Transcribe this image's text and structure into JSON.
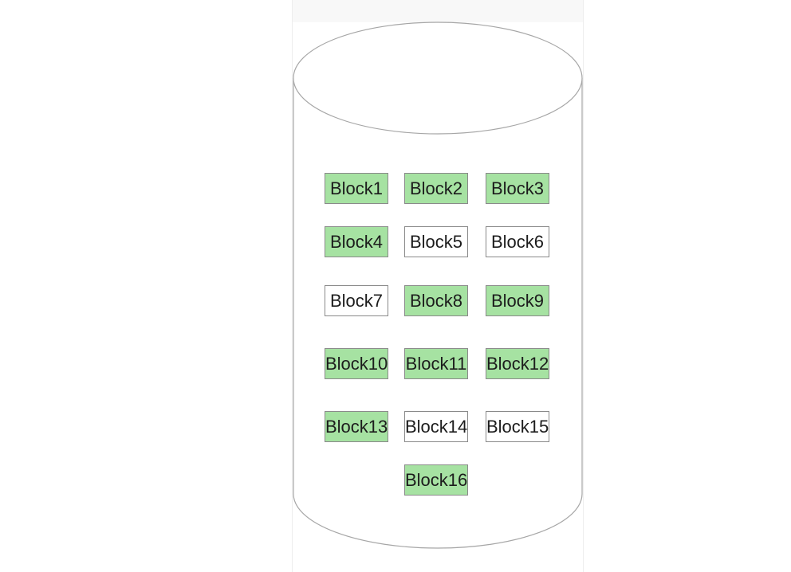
{
  "diagram": {
    "type": "cylinder-block-diagram",
    "cylinder": {
      "stroke_color": "#a6a6a6",
      "fill_color": "#ffffff"
    },
    "colors": {
      "highlighted_fill": "#a6e2a2",
      "normal_fill": "#ffffff",
      "block_border": "#8a8a8a",
      "block_text": "#1c1c1c"
    },
    "blocks": [
      {
        "label": "Block1",
        "row": 0,
        "col": 0,
        "highlighted": true
      },
      {
        "label": "Block2",
        "row": 0,
        "col": 1,
        "highlighted": true
      },
      {
        "label": "Block3",
        "row": 0,
        "col": 2,
        "highlighted": true
      },
      {
        "label": "Block4",
        "row": 1,
        "col": 0,
        "highlighted": true
      },
      {
        "label": "Block5",
        "row": 1,
        "col": 1,
        "highlighted": false
      },
      {
        "label": "Block6",
        "row": 1,
        "col": 2,
        "highlighted": false
      },
      {
        "label": "Block7",
        "row": 2,
        "col": 0,
        "highlighted": false
      },
      {
        "label": "Block8",
        "row": 2,
        "col": 1,
        "highlighted": true
      },
      {
        "label": "Block9",
        "row": 2,
        "col": 2,
        "highlighted": true
      },
      {
        "label": "Block10",
        "row": 3,
        "col": 0,
        "highlighted": true
      },
      {
        "label": "Block11",
        "row": 3,
        "col": 1,
        "highlighted": true
      },
      {
        "label": "Block12",
        "row": 3,
        "col": 2,
        "highlighted": true
      },
      {
        "label": "Block13",
        "row": 4,
        "col": 0,
        "highlighted": true
      },
      {
        "label": "Block14",
        "row": 4,
        "col": 1,
        "highlighted": false
      },
      {
        "label": "Block15",
        "row": 4,
        "col": 2,
        "highlighted": false
      },
      {
        "label": "Block16",
        "row": 5,
        "col": 1,
        "highlighted": true
      }
    ]
  }
}
